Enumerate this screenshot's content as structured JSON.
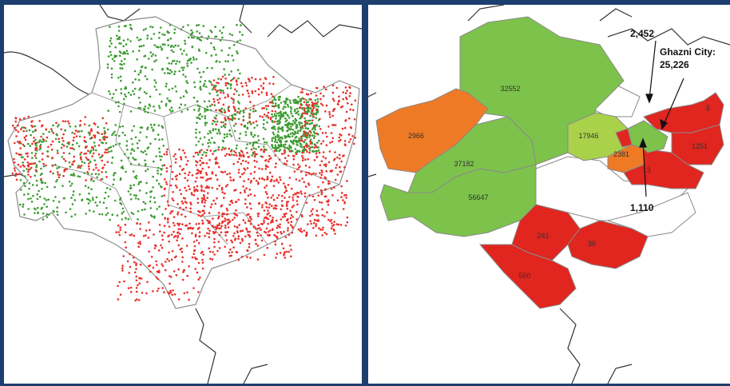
{
  "colors": {
    "frame_border": "#1d3f6e",
    "dot_green": "#3d9c32",
    "dot_red": "#e8302b",
    "boundary": "#8a8a8a",
    "high": "#7dc24b",
    "light_green": "#a9d24a",
    "orange": "#ee7a25",
    "red": "#e1251f",
    "none": "#ffffff"
  },
  "left_map": {
    "description_icon": "dot-density-map"
  },
  "right_map": {
    "districts": [
      {
        "value": "32552",
        "class": "high"
      },
      {
        "value": "2966",
        "class": "orange"
      },
      {
        "value": "37182",
        "class": "high"
      },
      {
        "value": "56647",
        "class": "high"
      },
      {
        "value": "17946",
        "class": "light_green"
      },
      {
        "value": "2381",
        "class": "orange"
      },
      {
        "value": "3",
        "class": "red"
      },
      {
        "value": "1251",
        "class": "red"
      },
      {
        "value": "3",
        "class": "red"
      },
      {
        "value": "241",
        "class": "red"
      },
      {
        "value": "36",
        "class": "red"
      },
      {
        "value": "560",
        "class": "red"
      }
    ],
    "callouts": {
      "top_value": "2,452",
      "city_name": "Ghazni City:",
      "city_value": "25,226",
      "bottom_value": "1,110"
    }
  }
}
